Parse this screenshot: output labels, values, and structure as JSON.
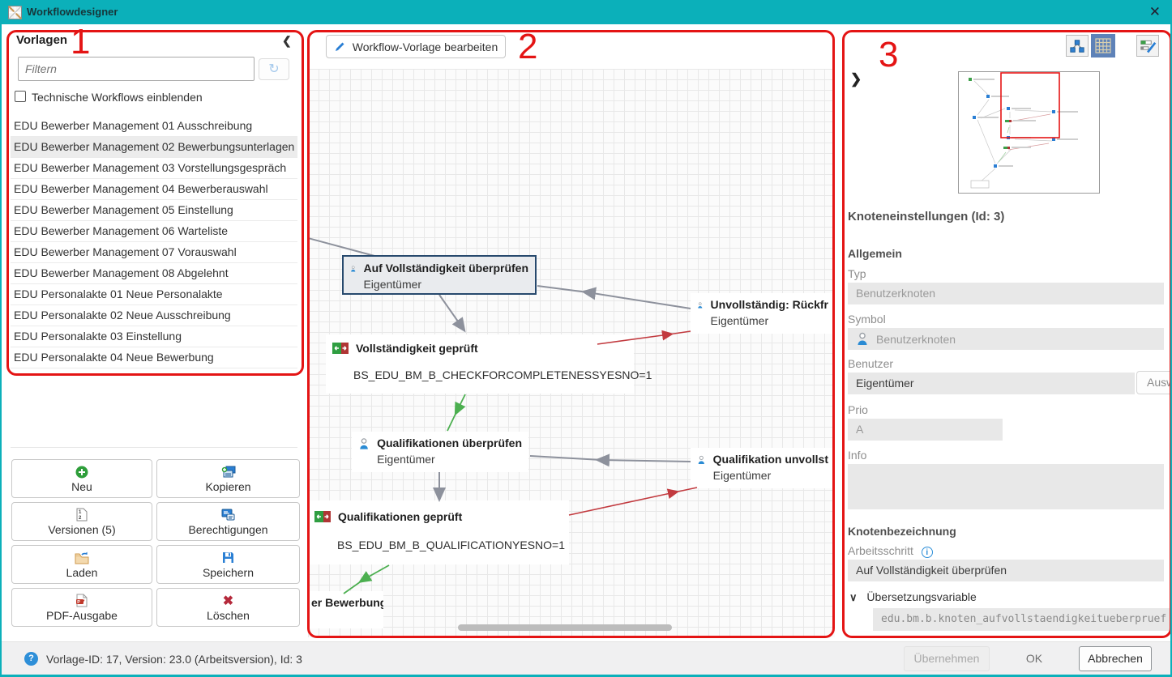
{
  "window": {
    "title": "Workflowdesigner"
  },
  "glyphs": {
    "close": "✕",
    "collapse_left": "❮",
    "expand_right": "❯",
    "refresh": "↻",
    "chevron_down": "∨",
    "help": "?",
    "info": "i",
    "delete_x": "✖"
  },
  "annotations": {
    "one": "1",
    "two": "2",
    "three": "3"
  },
  "templates_panel": {
    "title": "Vorlagen",
    "filter_placeholder": "Filtern",
    "show_technical_label": "Technische Workflows einblenden",
    "items": [
      "EDU Bewerber Management 01 Ausschreibung",
      "EDU Bewerber Management 02 Bewerbungsunterlagen",
      "EDU Bewerber Management 03 Vorstellungsgespräch",
      "EDU Bewerber Management 04 Bewerberauswahl",
      "EDU Bewerber Management 05 Einstellung",
      "EDU Bewerber Management 06 Warteliste",
      "EDU Bewerber Management 07 Vorauswahl",
      "EDU Bewerber Management 08 Abgelehnt",
      "EDU Personalakte 01 Neue Personalakte",
      "EDU Personalakte 02 Neue Ausschreibung",
      "EDU Personalakte 03 Einstellung",
      "EDU Personalakte 04 Neue Bewerbung"
    ],
    "buttons": {
      "neu": "Neu",
      "kopieren": "Kopieren",
      "versionen": "Versionen (5)",
      "berechtigungen": "Berechtigungen",
      "laden": "Laden",
      "speichern": "Speichern",
      "pdf": "PDF-Ausgabe",
      "loeschen": "Löschen"
    }
  },
  "canvas": {
    "edit_button": "Workflow-Vorlage bearbeiten",
    "nodes": {
      "check_completeness": {
        "title": "Auf Vollständigkeit überprüfen",
        "subtitle": "Eigentümer"
      },
      "incomplete": {
        "title": "Unvollständig: Rückfr",
        "subtitle": "Eigentümer"
      },
      "completeness_checked": {
        "title": "Vollständigkeit geprüft",
        "condition": "BS_EDU_BM_B_CHECKFORCOMPLETENESSYESNO=1"
      },
      "check_qualifications": {
        "title": "Qualifikationen überprüfen",
        "subtitle": "Eigentümer"
      },
      "qualification_incomplete": {
        "title": "Qualifikation unvollst",
        "subtitle": "Eigentümer"
      },
      "qualifications_checked": {
        "title": "Qualifikationen geprüft",
        "condition": "BS_EDU_BM_B_QUALIFICATIONYESNO=1"
      },
      "bewerbung_partial": {
        "title": "er Bewerbung"
      }
    }
  },
  "properties_panel": {
    "header": "Knoteneinstellungen (Id: 3)",
    "section_allgemein": "Allgemein",
    "section_knotenbezeichnung": "Knotenbezeichnung",
    "typ_label": "Typ",
    "typ_value": "Benutzerknoten",
    "symbol_label": "Symbol",
    "symbol_value": "Benutzerknoten",
    "benutzer_label": "Benutzer",
    "benutzer_value": "Eigentümer",
    "benutzer_button": "Ausw",
    "prio_label": "Prio",
    "prio_value": "A",
    "info_label": "Info",
    "info_value": "",
    "arbeitsschritt_label": "Arbeitsschritt",
    "arbeitsschritt_value": "Auf Vollständigkeit überprüfen",
    "uebersetzungsvariable_label": "Übersetzungsvariable",
    "uebersetzungsvariable_value": "edu.bm.b.knoten_aufvollstaendigkeitueberpruef"
  },
  "statusbar": {
    "info": "Vorlage-ID: 17, Version: 23.0 (Arbeitsversion), Id: 3",
    "uebernehmen": "Übernehmen",
    "ok": "OK",
    "abbrechen": "Abbrechen"
  },
  "colors": {
    "titlebar": "#0bb0ba",
    "accent_blue": "#2a7fd4",
    "selection_border": "#27496d",
    "edge_gray": "#8d919c",
    "edge_red": "#c23a3f",
    "edge_green": "#4caf50",
    "annotation_red": "#e41414"
  }
}
